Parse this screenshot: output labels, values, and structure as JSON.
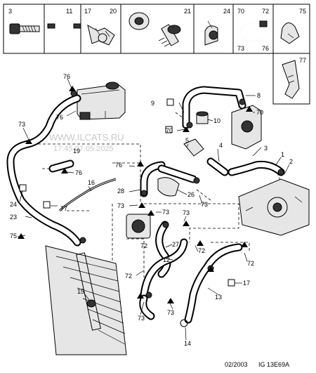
{
  "header_parts": [
    {
      "id": "3",
      "label": "3"
    },
    {
      "id": "11",
      "label": "11"
    },
    {
      "id": "17",
      "label": "17"
    },
    {
      "id": "20",
      "label": "20"
    },
    {
      "id": "21",
      "label": "21"
    },
    {
      "id": "24",
      "label": "24"
    },
    {
      "id": "70",
      "label": "70"
    },
    {
      "id": "72",
      "label": "72"
    },
    {
      "id": "73",
      "label": "73"
    },
    {
      "id": "76",
      "label": "76"
    },
    {
      "id": "75",
      "label": "75"
    },
    {
      "id": "77",
      "label": "77"
    }
  ],
  "callouts": {
    "c1": "1",
    "c2": "2",
    "c3": "3",
    "c4": "4",
    "c5": "5",
    "c8": "8",
    "c9": "9",
    "c10": "10",
    "c12": "12",
    "c13": "13",
    "c14": "14",
    "c15": "15",
    "c16": "16",
    "c17": "17",
    "c19": "19",
    "c23": "23",
    "c24": "24",
    "c26": "26",
    "c27": "27",
    "c28": "28",
    "c70a": "70",
    "c70b": "70",
    "c72a": "72",
    "c72b": "72",
    "c72c": "72",
    "c72d": "72",
    "c73a": "73",
    "c73b": "73",
    "c73c": "73",
    "c73d": "73",
    "c73e": "73",
    "c73f": "73",
    "c73g": "73",
    "c75": "75",
    "c76a": "76",
    "c76b": "76",
    "c76c": "76",
    "c76d": "76",
    "c77": "77"
  },
  "watermark": {
    "line1": "WWW.ILCATS.RU",
    "line2": "17:45 07.05.2025"
  },
  "footer": {
    "date": "02/2003",
    "code": "IG 13E69A"
  }
}
